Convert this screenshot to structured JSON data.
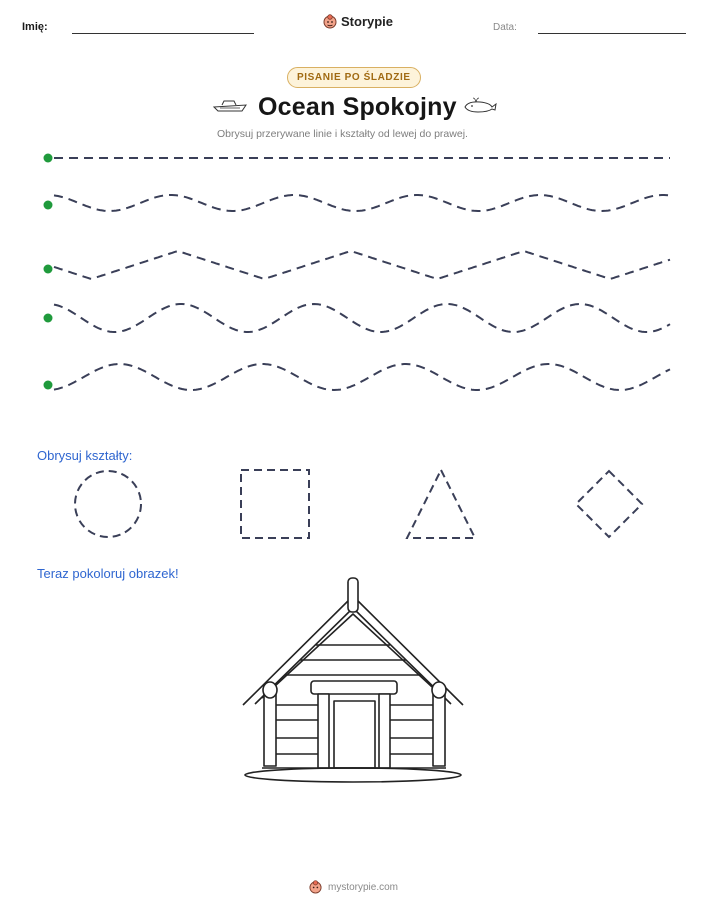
{
  "header": {
    "name_label": "Imię:",
    "date_label": "Data:",
    "brand": "Storypie"
  },
  "badge": "PISANIE PO ŚLADZIE",
  "title": "Ocean Spokojny",
  "subtitle": "Obrysuj przerywane linie i kształty od lewej do prawej.",
  "tracing": {
    "line_color": "#3a3f58",
    "start_dot_color": "#1f9a3c",
    "rows": [
      {
        "pattern": "straight"
      },
      {
        "pattern": "gentle-wave"
      },
      {
        "pattern": "zigzag"
      },
      {
        "pattern": "wave"
      },
      {
        "pattern": "deep-wave"
      }
    ]
  },
  "shapes": {
    "label": "Obrysuj kształty:",
    "items": [
      "circle",
      "square",
      "triangle",
      "diamond"
    ]
  },
  "coloring": {
    "label": "Teraz pokoloruj obrazek!",
    "picture": "wooden-house-outline"
  },
  "footer": {
    "url": "mystorypie.com"
  }
}
